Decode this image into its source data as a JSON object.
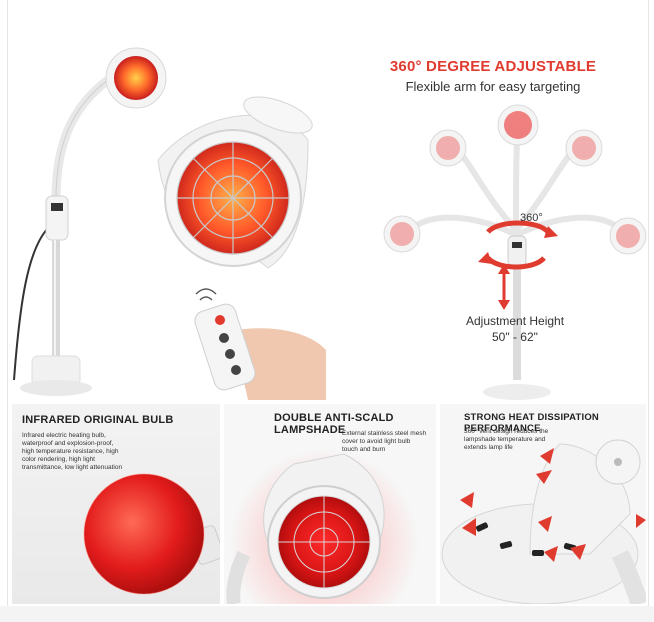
{
  "adjust": {
    "title": "360° DEGREE ADJUSTABLE",
    "subtitle": "Flexible arm for easy targeting",
    "rotation_label": "360°",
    "height_label": "Adjustment Height",
    "height_range": "50\" - 62\""
  },
  "bulb": {
    "heading": "INFRARED ORIGINAL BULB",
    "description_lines": [
      "Infrared electric heating bulb,",
      "waterproof and explosion-proof,",
      "high temperature resistance, high",
      "color rendering, high light",
      "transmittance, low light attenuation"
    ]
  },
  "shade": {
    "heading": "DOUBLE ANTI-SCALD LAMPSHADE",
    "description_lines": [
      "External stainless steel mesh",
      "cover to avoid light bulb",
      "touch and burn"
    ]
  },
  "heat": {
    "heading": "STRONG HEAT DISSIPATION PERFORMANCE",
    "description_lines": [
      "360° vent design reduces the",
      "lampshade temperature and",
      "extends lamp life"
    ]
  },
  "colors": {
    "accent_red": "#e03b2f",
    "glow_red": "#ff3b30",
    "lamp_white": "#f4f4f4"
  }
}
